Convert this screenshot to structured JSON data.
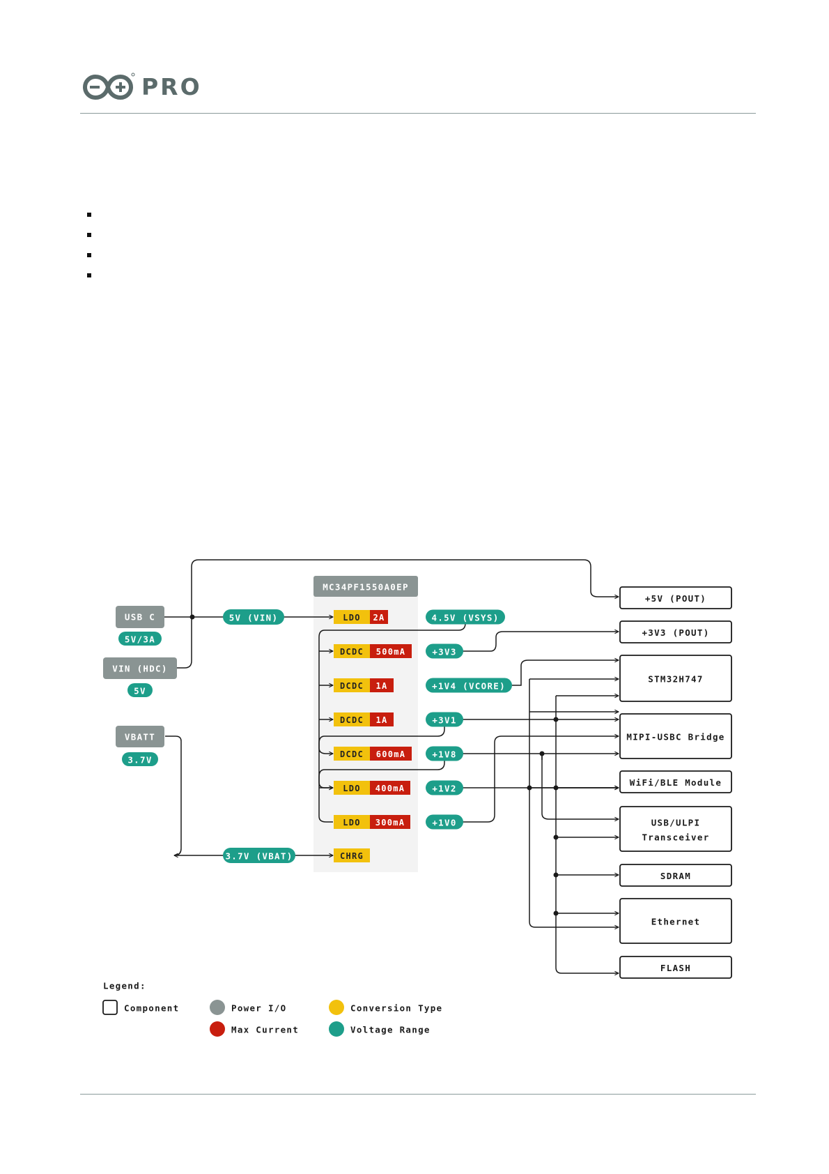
{
  "brand": {
    "name": "PRO",
    "logo": "arduino-infinity-logo"
  },
  "bullet_count": 4,
  "diagram": {
    "pmic": "MC34PF1550A0EP",
    "inputs": {
      "usbc": {
        "label": "USB C",
        "voltage": "5V/3A"
      },
      "vin": {
        "label": "VIN (HDC)",
        "voltage": "5V"
      },
      "vbatt": {
        "label": "VBATT",
        "voltage": "3.7V"
      }
    },
    "rails_in": {
      "vin": "5V (VIN)",
      "vbat": "3.7V (VBAT)"
    },
    "regulators": [
      {
        "type": "LDO",
        "current": "2A",
        "output": "4.5V (VSYS)"
      },
      {
        "type": "DCDC",
        "current": "500mA",
        "output": "+3V3"
      },
      {
        "type": "DCDC",
        "current": "1A",
        "output": "+1V4 (VCORE)"
      },
      {
        "type": "DCDC",
        "current": "1A",
        "output": "+3V1"
      },
      {
        "type": "DCDC",
        "current": "600mA",
        "output": "+1V8"
      },
      {
        "type": "LDO",
        "current": "400mA",
        "output": "+1V2"
      },
      {
        "type": "LDO",
        "current": "300mA",
        "output": "+1V0"
      }
    ],
    "charger": "CHRG",
    "components": [
      [
        "+5V (POUT)"
      ],
      [
        "+3V3 (POUT)"
      ],
      [
        "STM32H747"
      ],
      [
        "MIPI-USBC Bridge"
      ],
      [
        "WiFi/BLE Module"
      ],
      [
        "USB/ULPI",
        "Transceiver"
      ],
      [
        "SDRAM"
      ],
      [
        "Ethernet"
      ],
      [
        "FLASH"
      ]
    ],
    "legend": {
      "title": "Legend:",
      "items": [
        {
          "kind": "component",
          "label": "Component"
        },
        {
          "kind": "power",
          "label": "Power I/O"
        },
        {
          "kind": "conv",
          "label": "Conversion Type"
        },
        {
          "kind": "current",
          "label": "Max Current"
        },
        {
          "kind": "voltage",
          "label": "Voltage Range"
        }
      ]
    },
    "colors": {
      "power_io": "#8a9493",
      "conversion": "#f2c10d",
      "current": "#c81e0e",
      "voltage": "#1d9e8a",
      "line": "#1a1a1a",
      "pmic_bg": "#f3f3f3"
    }
  }
}
